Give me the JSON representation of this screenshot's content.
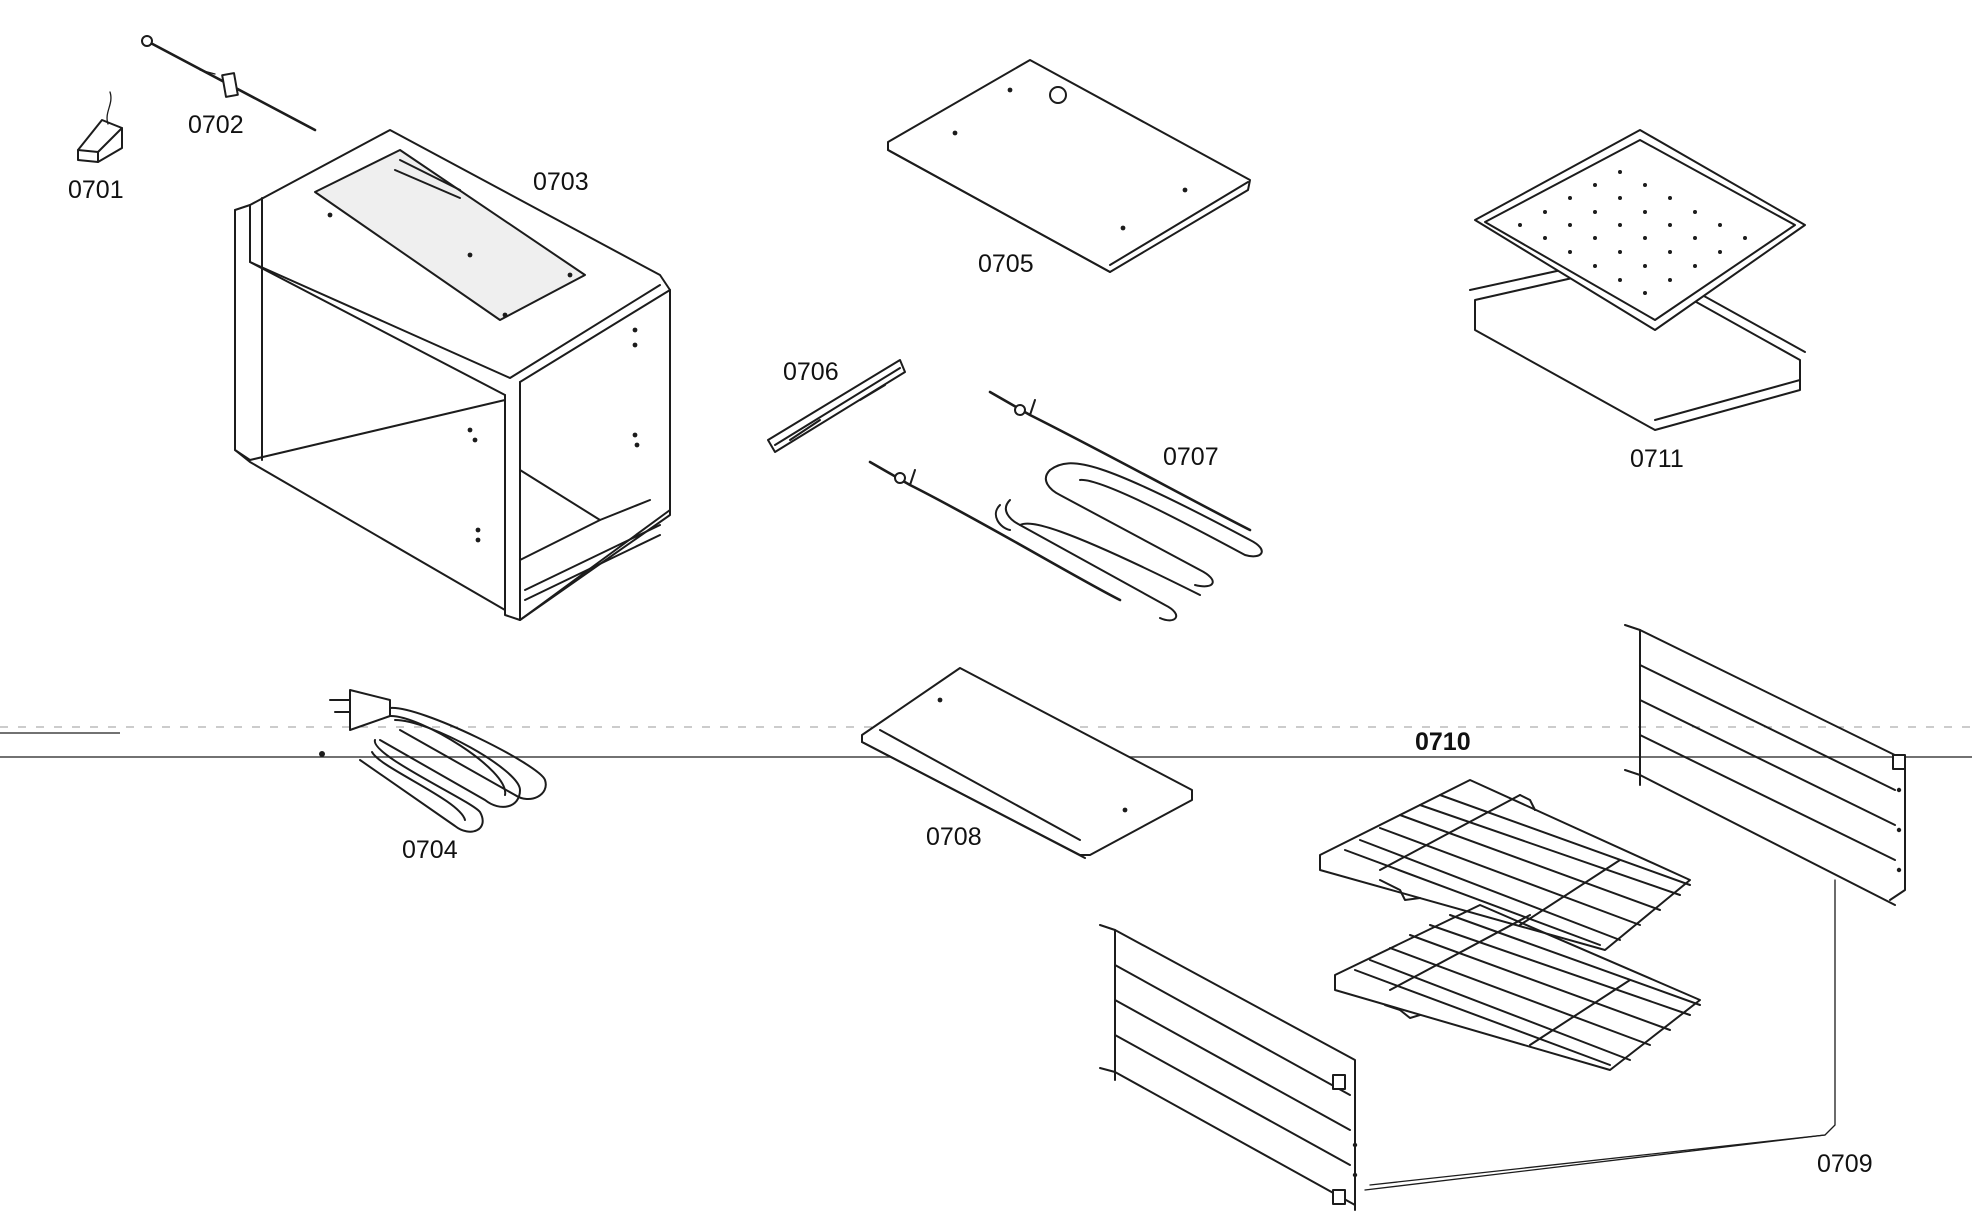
{
  "diagram": {
    "parts": [
      {
        "id": "0701",
        "icon": "sensor-connector-icon"
      },
      {
        "id": "0702",
        "icon": "temperature-probe-icon"
      },
      {
        "id": "0703",
        "icon": "oven-cavity-icon"
      },
      {
        "id": "0704",
        "icon": "bottom-heating-element-icon"
      },
      {
        "id": "0705",
        "icon": "top-cover-panel-icon"
      },
      {
        "id": "0706",
        "icon": "bracket-rail-icon"
      },
      {
        "id": "0707",
        "icon": "grill-heating-element-icon"
      },
      {
        "id": "0708",
        "icon": "bottom-cover-plate-icon"
      },
      {
        "id": "0709",
        "icon": "side-rack-rail-icon"
      },
      {
        "id": "0710",
        "icon": "wire-shelf-rack-icon"
      },
      {
        "id": "0711",
        "icon": "broiler-pan-icon"
      }
    ]
  }
}
